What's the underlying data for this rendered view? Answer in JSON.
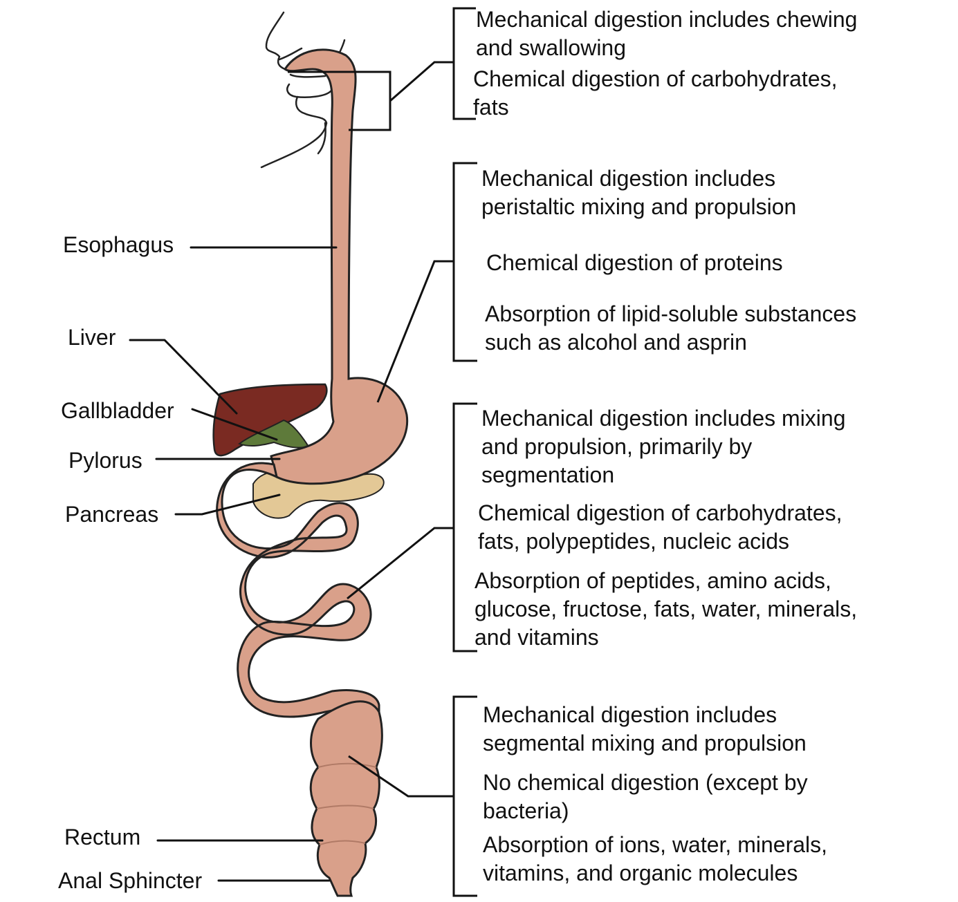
{
  "organ_labels": {
    "esophagus": "Esophagus",
    "liver": "Liver",
    "gallbladder": "Gallbladder",
    "pylorus": "Pylorus",
    "pancreas": "Pancreas",
    "rectum": "Rectum",
    "anal_sphincter": "Anal Sphincter"
  },
  "mouth_notes": {
    "mechanical": [
      "Mechanical digestion includes chewing",
      "and swallowing"
    ],
    "chemical": [
      "Chemical digestion of carbohydrates,",
      "fats"
    ]
  },
  "stomach_notes": {
    "mechanical": [
      "Mechanical digestion includes",
      "peristaltic mixing and propulsion"
    ],
    "chemical": [
      "Chemical digestion of proteins"
    ],
    "absorption": [
      "Absorption of lipid-soluble substances",
      "such as alcohol and asprin"
    ]
  },
  "small_intestine_notes": {
    "mechanical": [
      "Mechanical digestion includes mixing",
      "and propulsion, primarily by",
      "segmentation"
    ],
    "chemical": [
      "Chemical digestion of carbohydrates,",
      "fats, polypeptides, nucleic acids"
    ],
    "absorption": [
      "Absorption of peptides, amino acids,",
      "glucose, fructose, fats, water, minerals,",
      "and vitamins"
    ]
  },
  "large_intestine_notes": {
    "mechanical": [
      "Mechanical digestion includes",
      "segmental mixing and propulsion"
    ],
    "chemical": [
      "No chemical digestion (except by",
      "bacteria)"
    ],
    "absorption": [
      "Absorption of ions, water, minerals,",
      "vitamins, and organic molecules"
    ]
  },
  "colors": {
    "tract": "#d9a08a",
    "liver": "#7a2a22",
    "gallbladder": "#5e7a3a",
    "pancreas": "#e3c896",
    "outline": "#222222"
  }
}
